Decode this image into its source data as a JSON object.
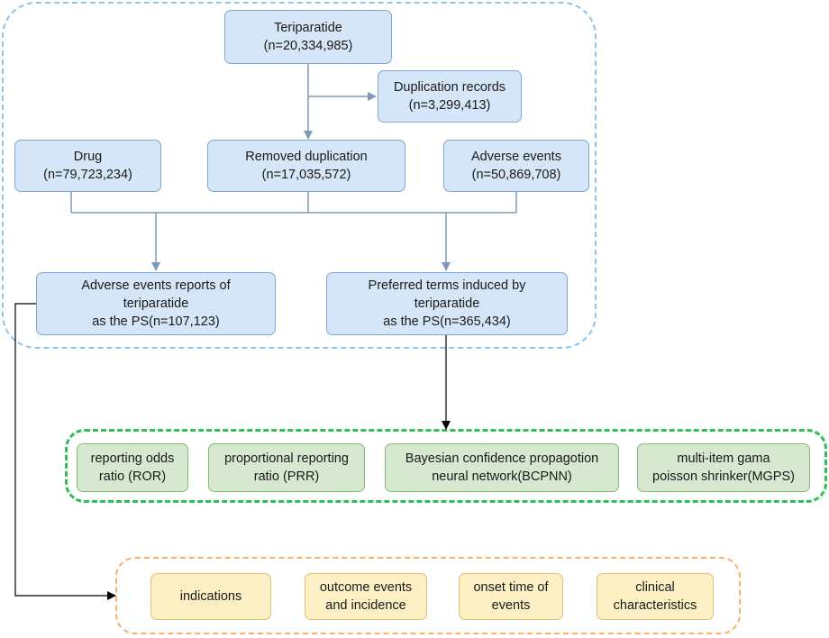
{
  "colors": {
    "blue_fill": "#d4e6f7",
    "blue_border": "#7fa8d1",
    "green_fill": "#d6e8d0",
    "green_border": "#86b879",
    "yellow_fill": "#fdefc4",
    "yellow_border": "#dcc177",
    "blue_group_dash": "#8ec3ec",
    "green_group_dash": "#2fbf57",
    "orange_group_dash": "#f4b26a",
    "connector": "#7f98b5",
    "arrow_dark": "#000000"
  },
  "nodes": {
    "teriparatide": "Teriparatide\n(n=20,334,985)",
    "duplication_records": "Duplication records\n(n=3,299,413)",
    "drug": "Drug\n(n=79,723,234)",
    "removed_duplication": "Removed duplication\n(n=17,035,572)",
    "adverse_events": "Adverse events\n(n=50,869,708)",
    "ae_reports": "Adverse events reports of\nteriparatide\nas the PS(n=107,123)",
    "preferred_terms": "Preferred terms induced by\nteriparatide\nas the PS(n=365,434)"
  },
  "methods": [
    "reporting odds\nratio (ROR)",
    "proportional reporting\nratio (PRR)",
    "Bayesian confidence propagotion\nneural network(BCPNN)",
    "multi-item gama\npoisson shrinker(MGPS)"
  ],
  "outcomes": [
    "indications",
    "outcome events\nand incidence",
    "onset time of\nevents",
    "clinical\ncharacteristics"
  ]
}
